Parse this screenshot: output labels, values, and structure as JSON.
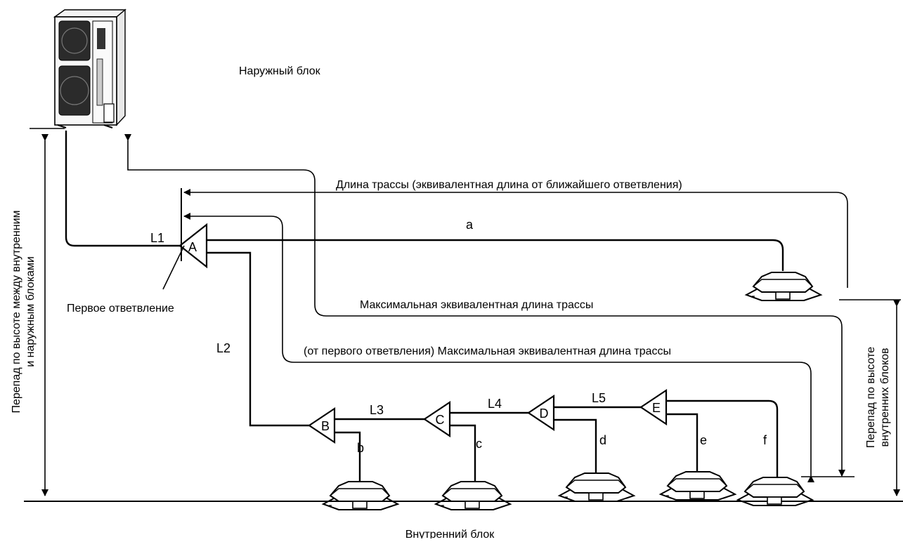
{
  "labels": {
    "outdoor_unit": "Наружный блок",
    "indoor_unit": "Внутренний блок",
    "first_branch": "Первое ответвление",
    "path_length": "Длина трассы (эквивалентная длина от ближайшего ответвления)",
    "max_equiv_length": "Максимальная эквивалентная длина трассы",
    "max_equiv_from_first": "(от первого ответвления) Максимальная эквивалентная длина трассы",
    "height_outdoor_indoor_line1": "Перепад по высоте между внутренним",
    "height_outdoor_indoor_line2": "и наружным блоками",
    "height_indoor_line1": "Перепад по высоте",
    "height_indoor_line2": "внутренних блоков"
  },
  "pipes": {
    "l1": "L1",
    "l2": "L2",
    "l3": "L3",
    "l4": "L4",
    "l5": "L5"
  },
  "branches": {
    "a": "A",
    "b": "B",
    "c": "C",
    "d": "D",
    "e": "E"
  },
  "indoor_units": {
    "a": "a",
    "b": "b",
    "c": "c",
    "d": "d",
    "e": "e",
    "f": "f"
  }
}
